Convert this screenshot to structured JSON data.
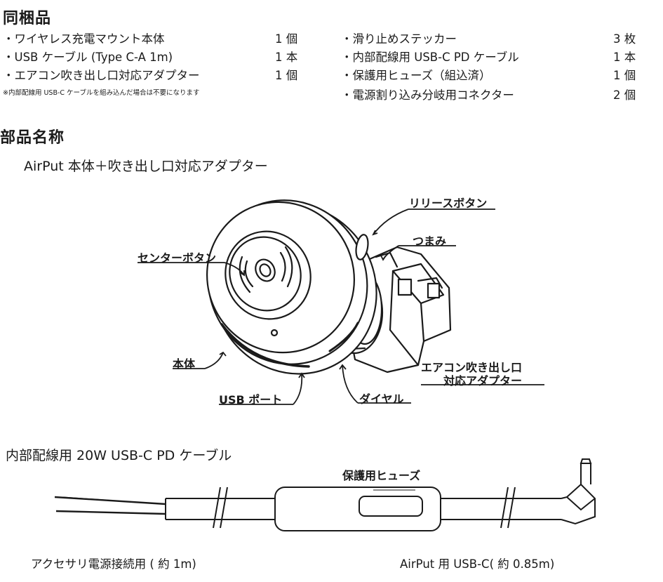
{
  "contents": {
    "title": "同梱品",
    "left_items": [
      {
        "name": "・ワイヤレス充電マウント本体",
        "qty": "1 個"
      },
      {
        "name": "・USB ケーブル (Type C-A 1m)",
        "qty": "1 本"
      },
      {
        "name": "・エアコン吹き出し口対応アダプター",
        "qty": "1 個"
      }
    ],
    "note": "※内部配線用 USB-C ケーブルを組み込んだ場合は不要になります",
    "right_items": [
      {
        "name": "・滑り止めステッカー",
        "qty": "3 枚"
      },
      {
        "name": "・内部配線用 USB-C PD ケーブル",
        "qty": "1 本"
      },
      {
        "name": "・保護用ヒューズ（組込済）",
        "qty": "1 個"
      },
      {
        "name": "・電源割り込み分岐用コネクター",
        "qty": "2 個"
      }
    ]
  },
  "parts": {
    "title": "部品名称",
    "subtitle": "AirPut 本体＋吹き出し口対応アダプター",
    "labels": {
      "release_button": "リリースボタン",
      "knob": "つまみ",
      "center_button": "センターボタン",
      "body": "本体",
      "usb_port": "USB ポート",
      "dial": "ダイヤル",
      "adapter_line1": "エアコン吹き出し口",
      "adapter_line2": "対応アダプター"
    }
  },
  "cable": {
    "title": "内部配線用 20W USB-C PD ケーブル",
    "fuse_label": "保護用ヒューズ",
    "left_caption": "アクセサリ電源接続用 ( 約 1m)",
    "right_caption": "AirPut 用 USB-C( 約 0.85m)"
  }
}
